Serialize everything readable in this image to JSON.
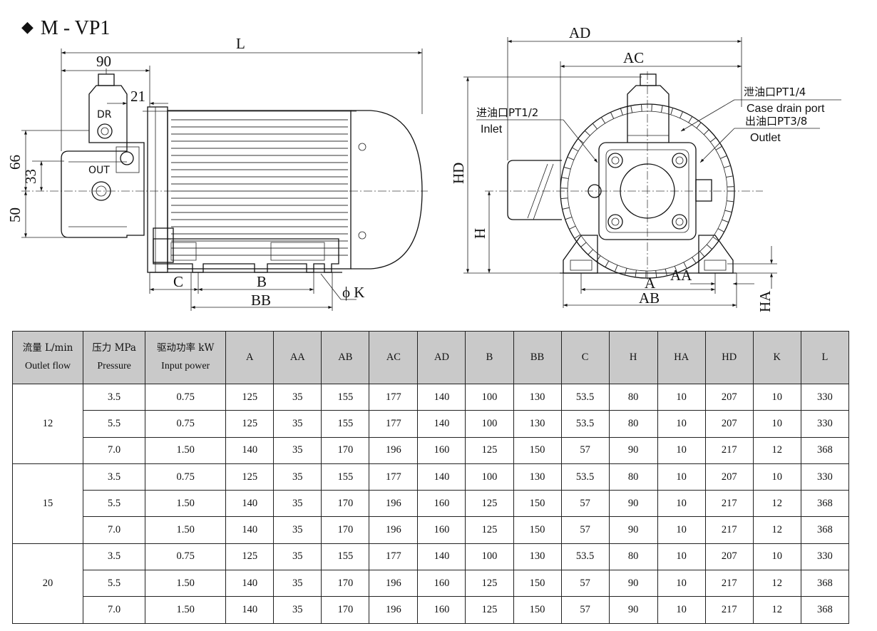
{
  "title": "M - VP1",
  "drawing": {
    "side_view": {
      "dims": {
        "L": "L",
        "d90": "90",
        "d21": "21",
        "d66": "66",
        "d33": "33",
        "d50": "50",
        "C": "C",
        "B": "B",
        "BB": "BB",
        "K": "ϕ K"
      },
      "port_labels": {
        "dr": "DR",
        "out": "OUT"
      }
    },
    "front_view": {
      "dims": {
        "AD": "AD",
        "AC": "AC",
        "HD": "HD",
        "H": "H",
        "A": "A",
        "AA": "AA",
        "AB": "AB",
        "HA": "HA"
      },
      "ports": {
        "inlet_cn": "进油口PT1/2",
        "inlet_en": "Inlet",
        "drain_cn": "泄油口PT1/4",
        "drain_en": "Case drain port",
        "outlet_cn": "出油口PT3/8",
        "outlet_en": "Outlet"
      }
    }
  },
  "table": {
    "headers": [
      {
        "cn": "流量 L/min",
        "en": "Outlet flow"
      },
      {
        "cn": "压力 MPa",
        "en": "Pressure"
      },
      {
        "cn": "驱动功率 kW",
        "en": "Input power"
      },
      {
        "en": "A"
      },
      {
        "en": "AA"
      },
      {
        "en": "AB"
      },
      {
        "en": "AC"
      },
      {
        "en": "AD"
      },
      {
        "en": "B"
      },
      {
        "en": "BB"
      },
      {
        "en": "C"
      },
      {
        "en": "H"
      },
      {
        "en": "HA"
      },
      {
        "en": "HD"
      },
      {
        "en": "K"
      },
      {
        "en": "L"
      }
    ],
    "groups": [
      {
        "flow": "12",
        "rows": [
          [
            "3.5",
            "0.75",
            "125",
            "35",
            "155",
            "177",
            "140",
            "100",
            "130",
            "53.5",
            "80",
            "10",
            "207",
            "10",
            "330"
          ],
          [
            "5.5",
            "0.75",
            "125",
            "35",
            "155",
            "177",
            "140",
            "100",
            "130",
            "53.5",
            "80",
            "10",
            "207",
            "10",
            "330"
          ],
          [
            "7.0",
            "1.50",
            "140",
            "35",
            "170",
            "196",
            "160",
            "125",
            "150",
            "57",
            "90",
            "10",
            "217",
            "12",
            "368"
          ]
        ]
      },
      {
        "flow": "15",
        "rows": [
          [
            "3.5",
            "0.75",
            "125",
            "35",
            "155",
            "177",
            "140",
            "100",
            "130",
            "53.5",
            "80",
            "10",
            "207",
            "10",
            "330"
          ],
          [
            "5.5",
            "1.50",
            "140",
            "35",
            "170",
            "196",
            "160",
            "125",
            "150",
            "57",
            "90",
            "10",
            "217",
            "12",
            "368"
          ],
          [
            "7.0",
            "1.50",
            "140",
            "35",
            "170",
            "196",
            "160",
            "125",
            "150",
            "57",
            "90",
            "10",
            "217",
            "12",
            "368"
          ]
        ]
      },
      {
        "flow": "20",
        "rows": [
          [
            "3.5",
            "0.75",
            "125",
            "35",
            "155",
            "177",
            "140",
            "100",
            "130",
            "53.5",
            "80",
            "10",
            "207",
            "10",
            "330"
          ],
          [
            "5.5",
            "1.50",
            "140",
            "35",
            "170",
            "196",
            "160",
            "125",
            "150",
            "57",
            "90",
            "10",
            "217",
            "12",
            "368"
          ],
          [
            "7.0",
            "1.50",
            "140",
            "35",
            "170",
            "196",
            "160",
            "125",
            "150",
            "57",
            "90",
            "10",
            "217",
            "12",
            "368"
          ]
        ]
      }
    ]
  }
}
